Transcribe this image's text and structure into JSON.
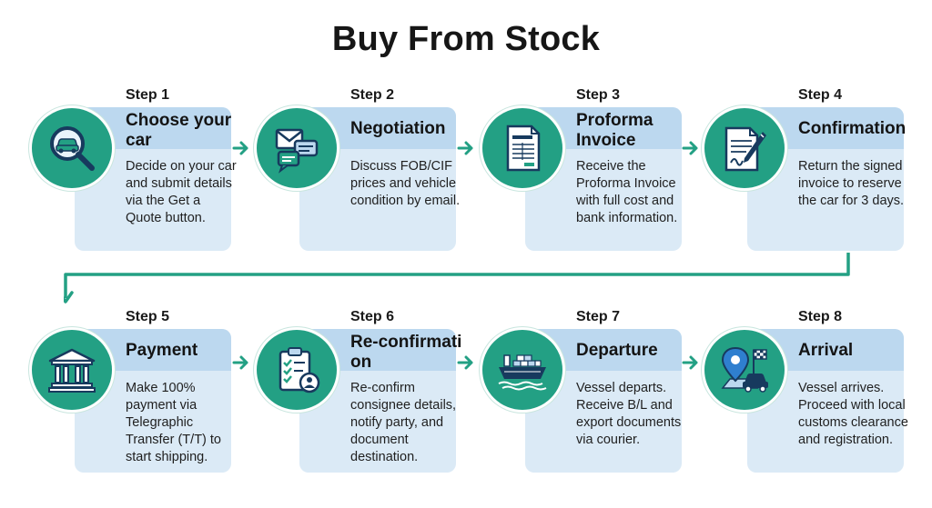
{
  "title": "Buy From Stock",
  "steps": [
    {
      "number": "Step 1",
      "title": "Choose your car",
      "description": "Decide on your car and submit details via the Get a Quote button.",
      "icon": "magnifier-car-icon"
    },
    {
      "number": "Step 2",
      "title": "Negotiation",
      "description": "Discuss FOB/CIF prices and vehicle condition by email.",
      "icon": "envelope-chat-icon"
    },
    {
      "number": "Step 3",
      "title": "Proforma Invoice",
      "description": "Receive the Proforma Invoice with full cost and bank information.",
      "icon": "invoice-document-icon"
    },
    {
      "number": "Step 4",
      "title": "Confirmation",
      "description": "Return the signed invoice to reserve the car for 3 days.",
      "icon": "signed-document-pen-icon"
    },
    {
      "number": "Step 5",
      "title": "Payment",
      "description": "Make 100% payment via Telegraphic Transfer (T/T) to start shipping.",
      "icon": "bank-icon"
    },
    {
      "number": "Step 6",
      "title": "Re-confirmation",
      "description": "Re-confirm consignee details, notify party, and document destination.",
      "icon": "clipboard-checklist-icon"
    },
    {
      "number": "Step 7",
      "title": "Departure",
      "description": "Vessel departs. Receive B/L and export documents via courier.",
      "icon": "cargo-ship-icon"
    },
    {
      "number": "Step 8",
      "title": "Arrival",
      "description": "Vessel arrives. Proceed with local customs clearance and registration.",
      "icon": "map-pin-flag-car-icon"
    }
  ],
  "colors": {
    "accent": "#23a084",
    "card": "#dbeaf6",
    "card_header": "#bcd8ef",
    "icon_dark": "#173a5e"
  }
}
